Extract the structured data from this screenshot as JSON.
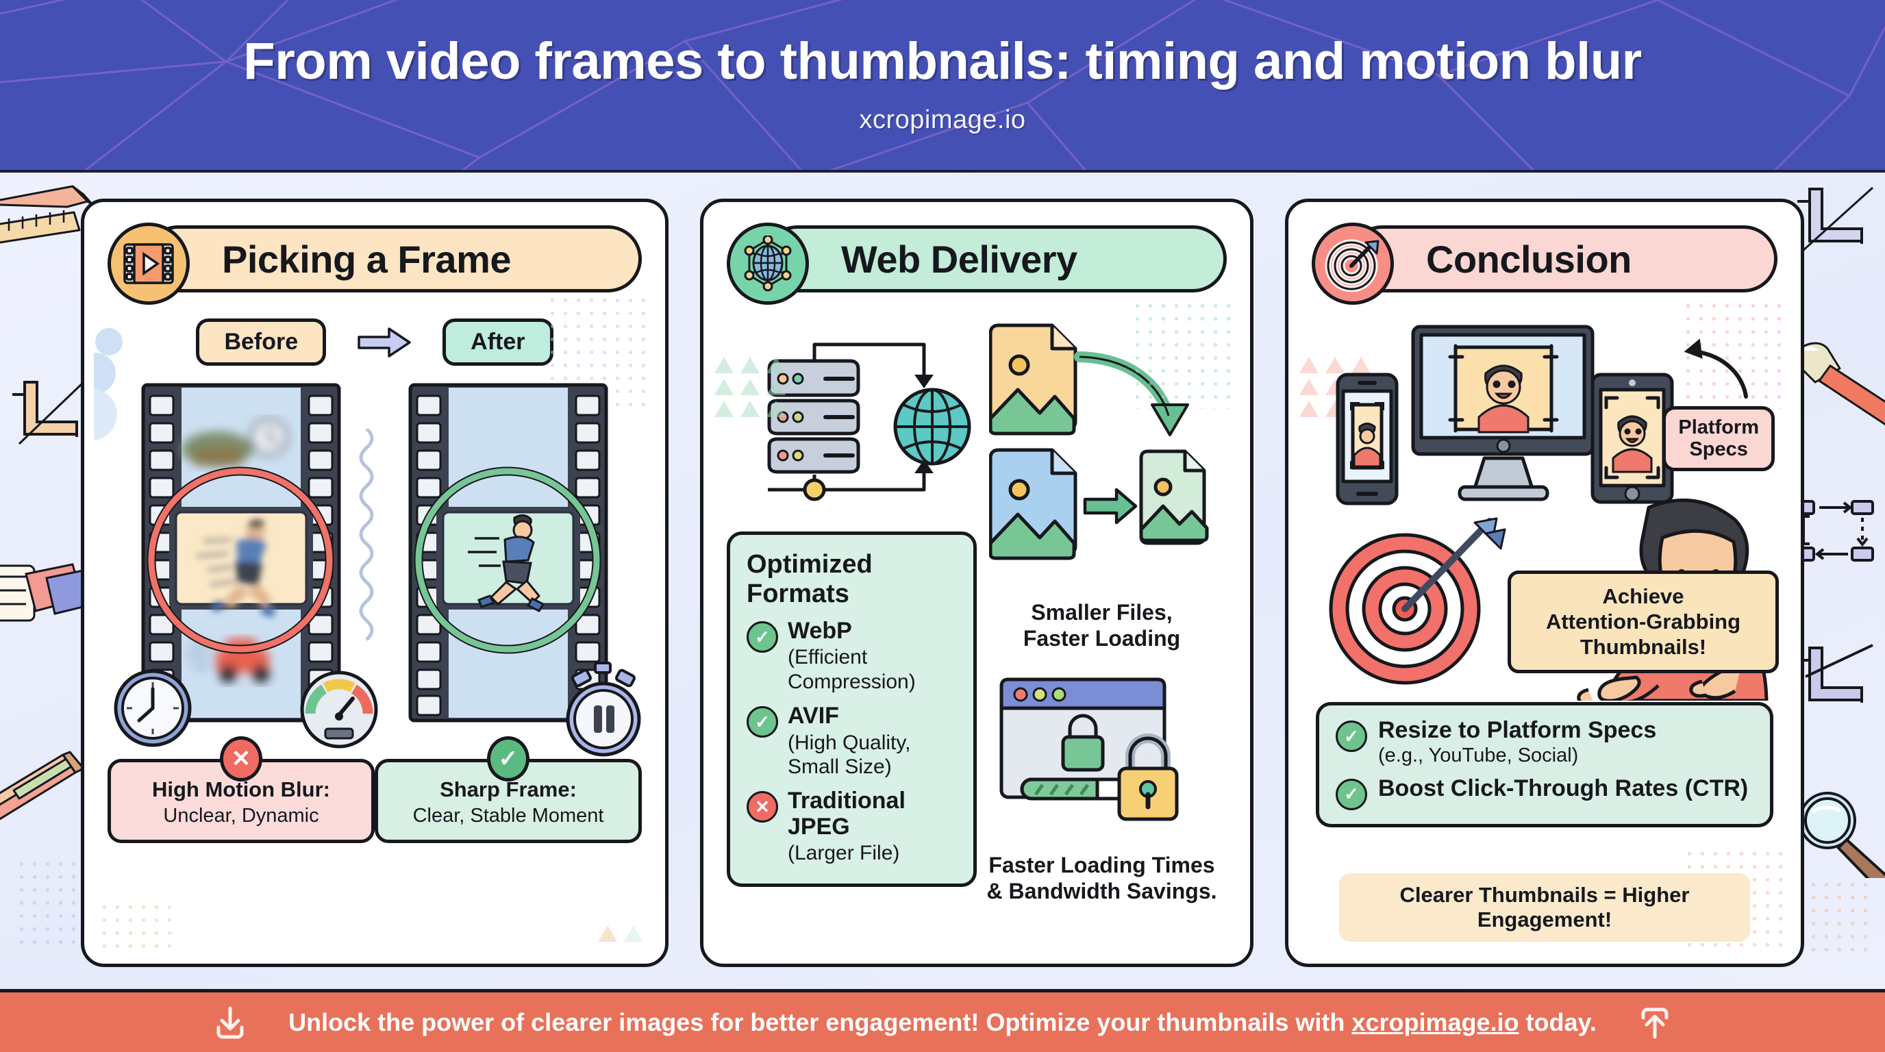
{
  "header": {
    "title": "From video frames to thumbnails: timing and motion blur",
    "subtitle": "xcropimage.io"
  },
  "colors": {
    "header_bg": "#4550b5",
    "footer_bg": "#e8715a",
    "stage_bg": "#e8ecfb",
    "ink": "#16181d",
    "accent_orange": "#f7c173",
    "accent_green": "#77d4aa",
    "accent_red": "#f78e86",
    "ok_green": "#6dc48d",
    "no_red": "#ef6b63"
  },
  "panels": [
    {
      "id": "picking-a-frame",
      "title": "Picking a Frame",
      "icon": "film-play-icon",
      "before_tag": "Before",
      "after_tag": "After",
      "verdicts": [
        {
          "mark": "✕",
          "kind": "bad",
          "title": "High Motion Blur:",
          "subtitle": "Unclear, Dynamic"
        },
        {
          "mark": "✓",
          "kind": "good",
          "title": "Sharp Frame:",
          "subtitle": "Clear, Stable Moment"
        }
      ]
    },
    {
      "id": "web-delivery",
      "title": "Web Delivery",
      "icon": "globe-network-icon",
      "formats_title": "Optimized Formats",
      "formats": [
        {
          "mark": "✓",
          "kind": "ok",
          "name": "WebP",
          "note": "(Efficient\nCompression)"
        },
        {
          "mark": "✓",
          "kind": "ok",
          "name": "AVIF",
          "note": "(High Quality,\nSmall Size)"
        },
        {
          "mark": "✕",
          "kind": "no",
          "name": "Traditional JPEG",
          "note": "(Larger File)"
        }
      ],
      "caption_files": "Smaller Files,\nFaster Loading",
      "caption_loading": "Faster Loading Times\n& Bandwidth Savings."
    },
    {
      "id": "conclusion",
      "title": "Conclusion",
      "icon": "target-arrow-icon",
      "platform_chip": "Platform\nSpecs",
      "speech_bubble": "Achieve\nAttention-Grabbing\nThumbnails!",
      "checks": [
        {
          "mark": "✓",
          "main": "Resize to Platform Specs",
          "sub": "(e.g., YouTube, Social)"
        },
        {
          "mark": "✓",
          "main": "Boost Click-Through Rates (CTR)",
          "sub": ""
        }
      ],
      "tagline": "Clearer Thumbnails = Higher Engagement!"
    }
  ],
  "footer": {
    "text_before": "Unlock the power of clearer images for better engagement! Optimize your thumbnails with ",
    "link": "xcropimage.io",
    "text_after": " today.",
    "left_icon": "download-icon",
    "right_icon": "upload-icon"
  }
}
